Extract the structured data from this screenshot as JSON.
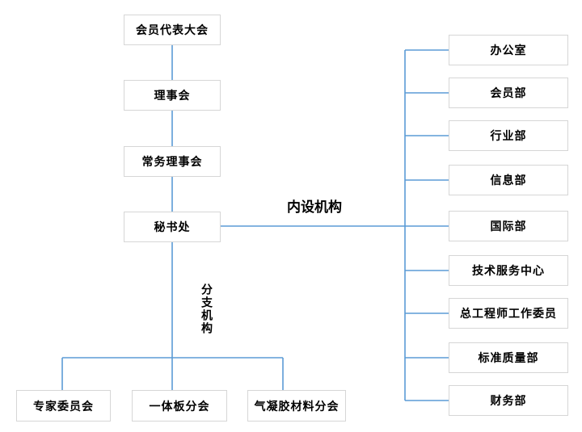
{
  "org": {
    "left_chain": [
      "会员代表大会",
      "理事会",
      "常务理事会",
      "秘书处"
    ],
    "internal_label": "内设机构",
    "internal_departments": [
      "办公室",
      "会员部",
      "行业部",
      "信息部",
      "国际部",
      "技术服务中心",
      "总工程师工作委员",
      "标准质量部",
      "财务部"
    ],
    "branch_label": "分支机构",
    "branches": [
      "专家委员会",
      "一体板分会",
      "气凝胶材料分会"
    ],
    "colors": {
      "connector": "#5B9BD5",
      "box_border": "#D6D6D6",
      "box_fill": "#FFFFFF",
      "text": "#000000",
      "background": "#FFFFFF"
    }
  }
}
